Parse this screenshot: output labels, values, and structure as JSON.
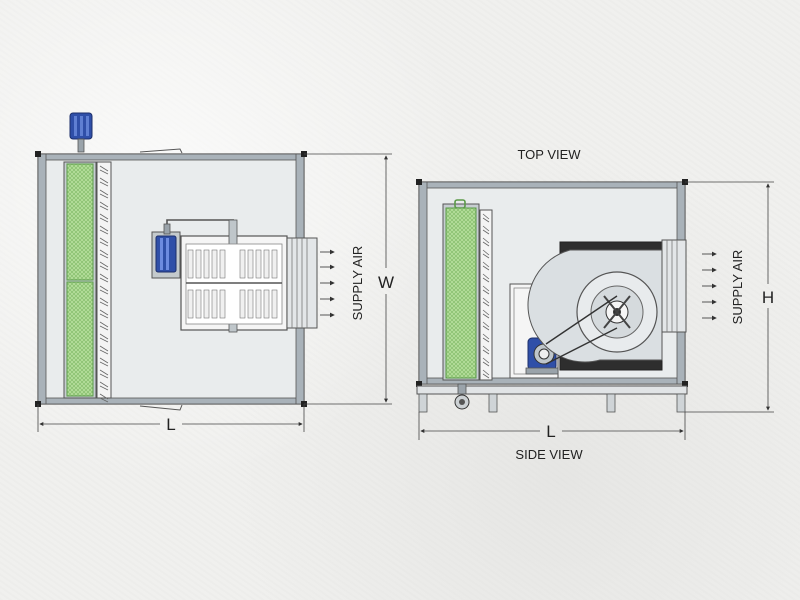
{
  "top_view": {
    "title": "TOP VIEW",
    "airflow_label": "SUPPLY AIR",
    "dim_width": "W",
    "dim_length": "L"
  },
  "side_view": {
    "title": "SIDE VIEW",
    "airflow_label": "SUPPLY AIR",
    "dim_height": "H",
    "dim_length": "L"
  },
  "colors": {
    "frame": "#8f9aa3",
    "panel": "#e8ebec",
    "filter_green": "#a8d88e",
    "motor_blue": "#2f4fa8",
    "line": "#3a3a3a"
  }
}
